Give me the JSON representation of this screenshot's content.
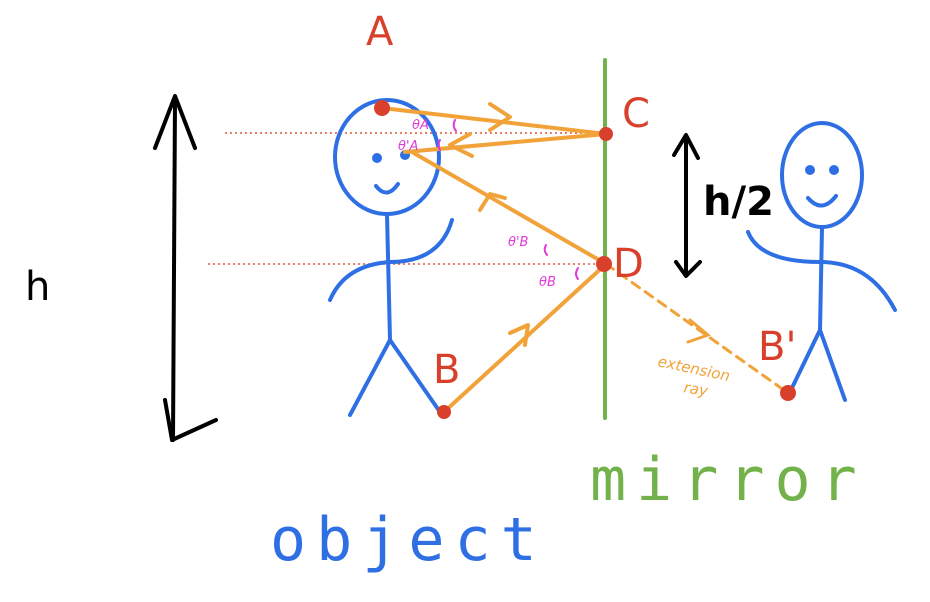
{
  "labels": {
    "point_a": "A",
    "point_b": "B",
    "point_c": "C",
    "point_d": "D",
    "point_b_image": "B'",
    "height": "h",
    "half_height": "h/2",
    "angle_a": "θA",
    "angle_a_prime": "θ'A",
    "angle_b": "θB",
    "angle_b_prime": "θ'B",
    "extension_line1": "extension",
    "extension_line2": "ray",
    "object_caption": "object",
    "mirror_caption": "mirror"
  },
  "colors": {
    "object_figure": "#2f6fe4",
    "image_figure": "#2f6fe4",
    "mirror": "#73b24a",
    "ray": "#f1a33a",
    "points": "#d9402c",
    "angle_marks": "#e03bd8",
    "guide_lines": "#e2553a",
    "arrows": "#000000"
  },
  "icons": {
    "object": "stick-figure-icon",
    "image": "stick-figure-icon"
  }
}
